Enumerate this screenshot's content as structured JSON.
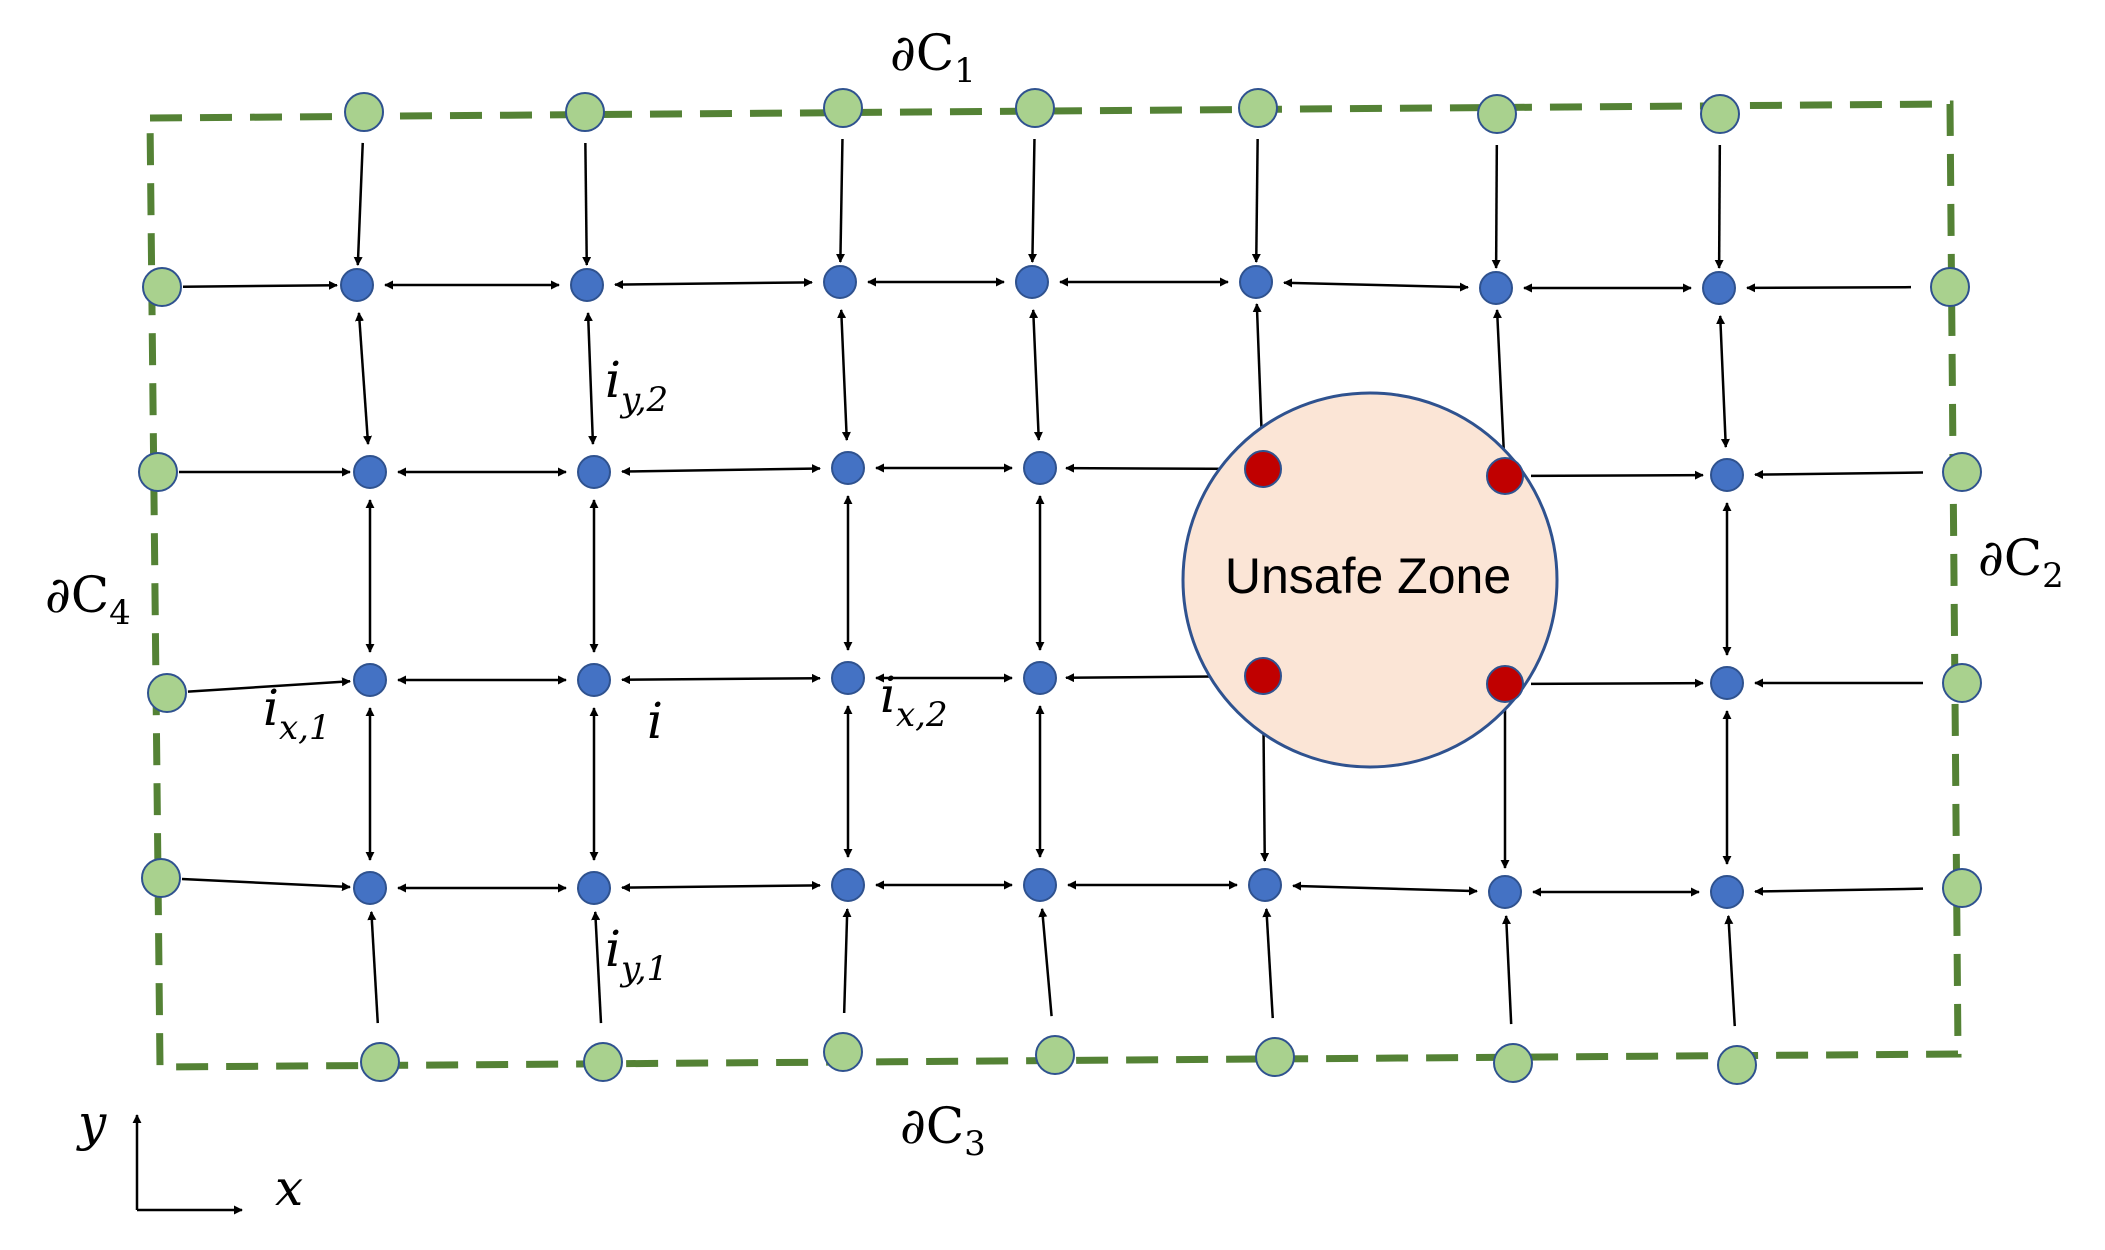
{
  "boundaries": [
    {
      "id": "top",
      "label": "∂C",
      "sub": "1"
    },
    {
      "id": "right",
      "label": "∂C",
      "sub": "2"
    },
    {
      "id": "bottom",
      "label": "∂C",
      "sub": "3"
    },
    {
      "id": "left",
      "label": "∂C",
      "sub": "4"
    }
  ],
  "unsafe_zone": {
    "label": "Unsafe Zone"
  },
  "node_labels": {
    "i": "i",
    "ix1": {
      "base": "i",
      "sub": "x,1"
    },
    "ix2": {
      "base": "i",
      "sub": "x,2"
    },
    "iy1": {
      "base": "i",
      "sub": "y,1"
    },
    "iy2": {
      "base": "i",
      "sub": "y,2"
    }
  },
  "axes": {
    "x": "x",
    "y": "y"
  },
  "colors": {
    "agent_node": "#4472c4",
    "agent_stroke": "#2f528f",
    "boundary_node": "#a9d18e",
    "boundary_node_stroke": "#2f528f",
    "unsafe_node": "#c00000",
    "unsafe_zone_fill": "#fbe5d6",
    "unsafe_zone_stroke": "#2f528f",
    "boundary_line": "#548235",
    "arrow": "#000000"
  }
}
